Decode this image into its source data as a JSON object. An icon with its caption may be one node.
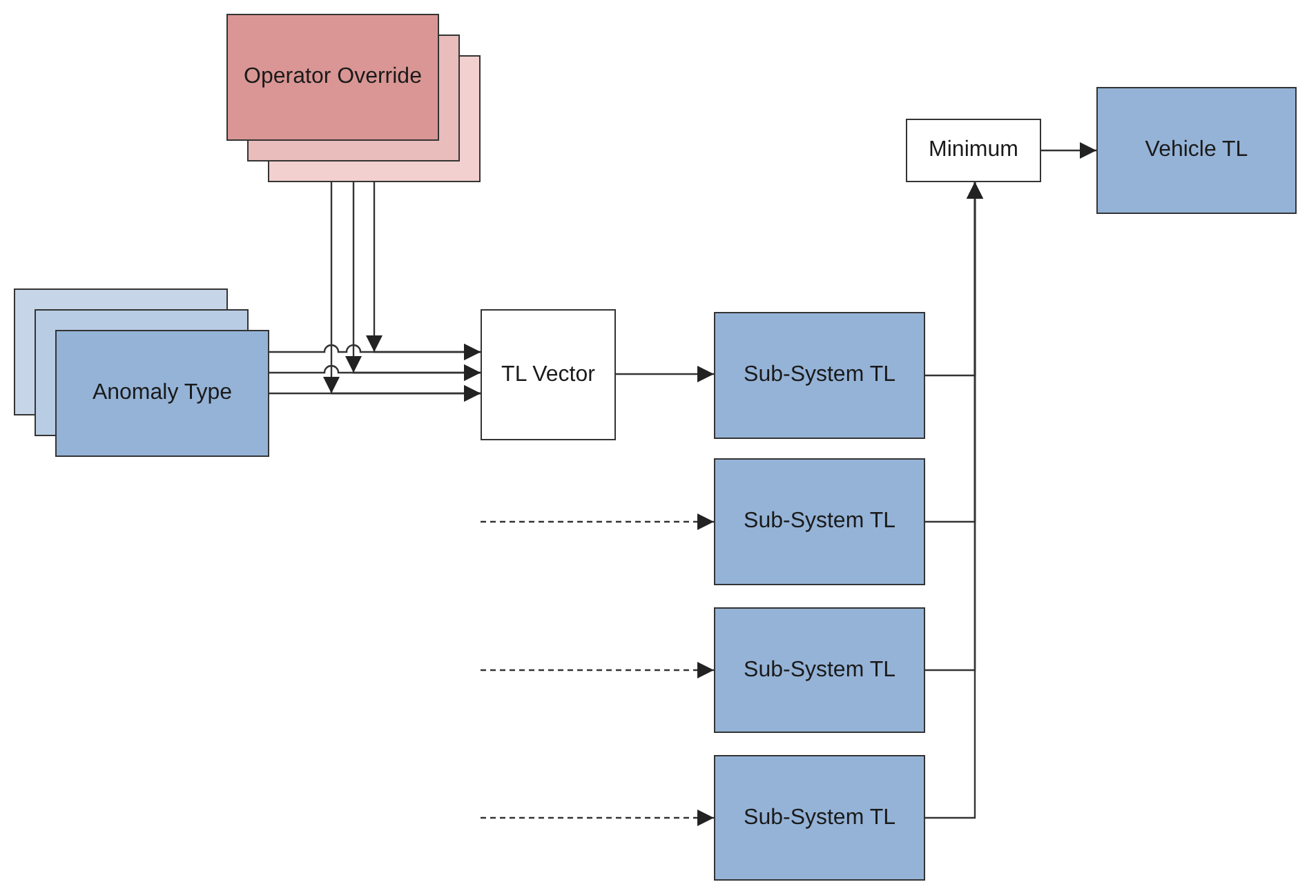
{
  "diagram": {
    "nodes": [
      {
        "text": [
          "Operator Override"
        ]
      },
      {
        "text": [
          "Minimum"
        ]
      },
      {
        "text": [
          "Vehicle TL"
        ]
      },
      {
        "text": [
          "Anomaly Type"
        ]
      },
      {
        "text": [
          "TL Vector"
        ]
      },
      {
        "text": [
          "Sub-System TL"
        ]
      },
      {
        "text": [
          "Sub-System TL"
        ]
      },
      {
        "text": [
          "Sub-System TL"
        ]
      },
      {
        "text": [
          "Sub-System TL"
        ]
      }
    ],
    "edges": [
      {
        "from": 3,
        "to": 4,
        "arrow": "to"
      },
      {
        "from": 3,
        "to": 4,
        "arrow": "to"
      },
      {
        "from": 3,
        "to": 4,
        "arrow": "to"
      },
      {
        "from": 0,
        "to": 4,
        "arrow": "to"
      },
      {
        "from": 0,
        "to": 4,
        "arrow": "to"
      },
      {
        "from": 0,
        "to": 4,
        "arrow": "to"
      },
      {
        "from": 4,
        "to": 5,
        "arrow": "to"
      },
      {
        "from": null,
        "to": 6,
        "arrow": "to",
        "style": "dashed"
      },
      {
        "from": null,
        "to": 7,
        "arrow": "to",
        "style": "dashed"
      },
      {
        "from": null,
        "to": 8,
        "arrow": "to",
        "style": "dashed"
      },
      {
        "from": 5,
        "to": 1,
        "arrow": "to"
      },
      {
        "from": 6,
        "to": 1,
        "arrow": "to"
      },
      {
        "from": 7,
        "to": 1,
        "arrow": "to"
      },
      {
        "from": 8,
        "to": 1,
        "arrow": "to"
      },
      {
        "from": 1,
        "to": 2,
        "arrow": "to"
      }
    ]
  }
}
